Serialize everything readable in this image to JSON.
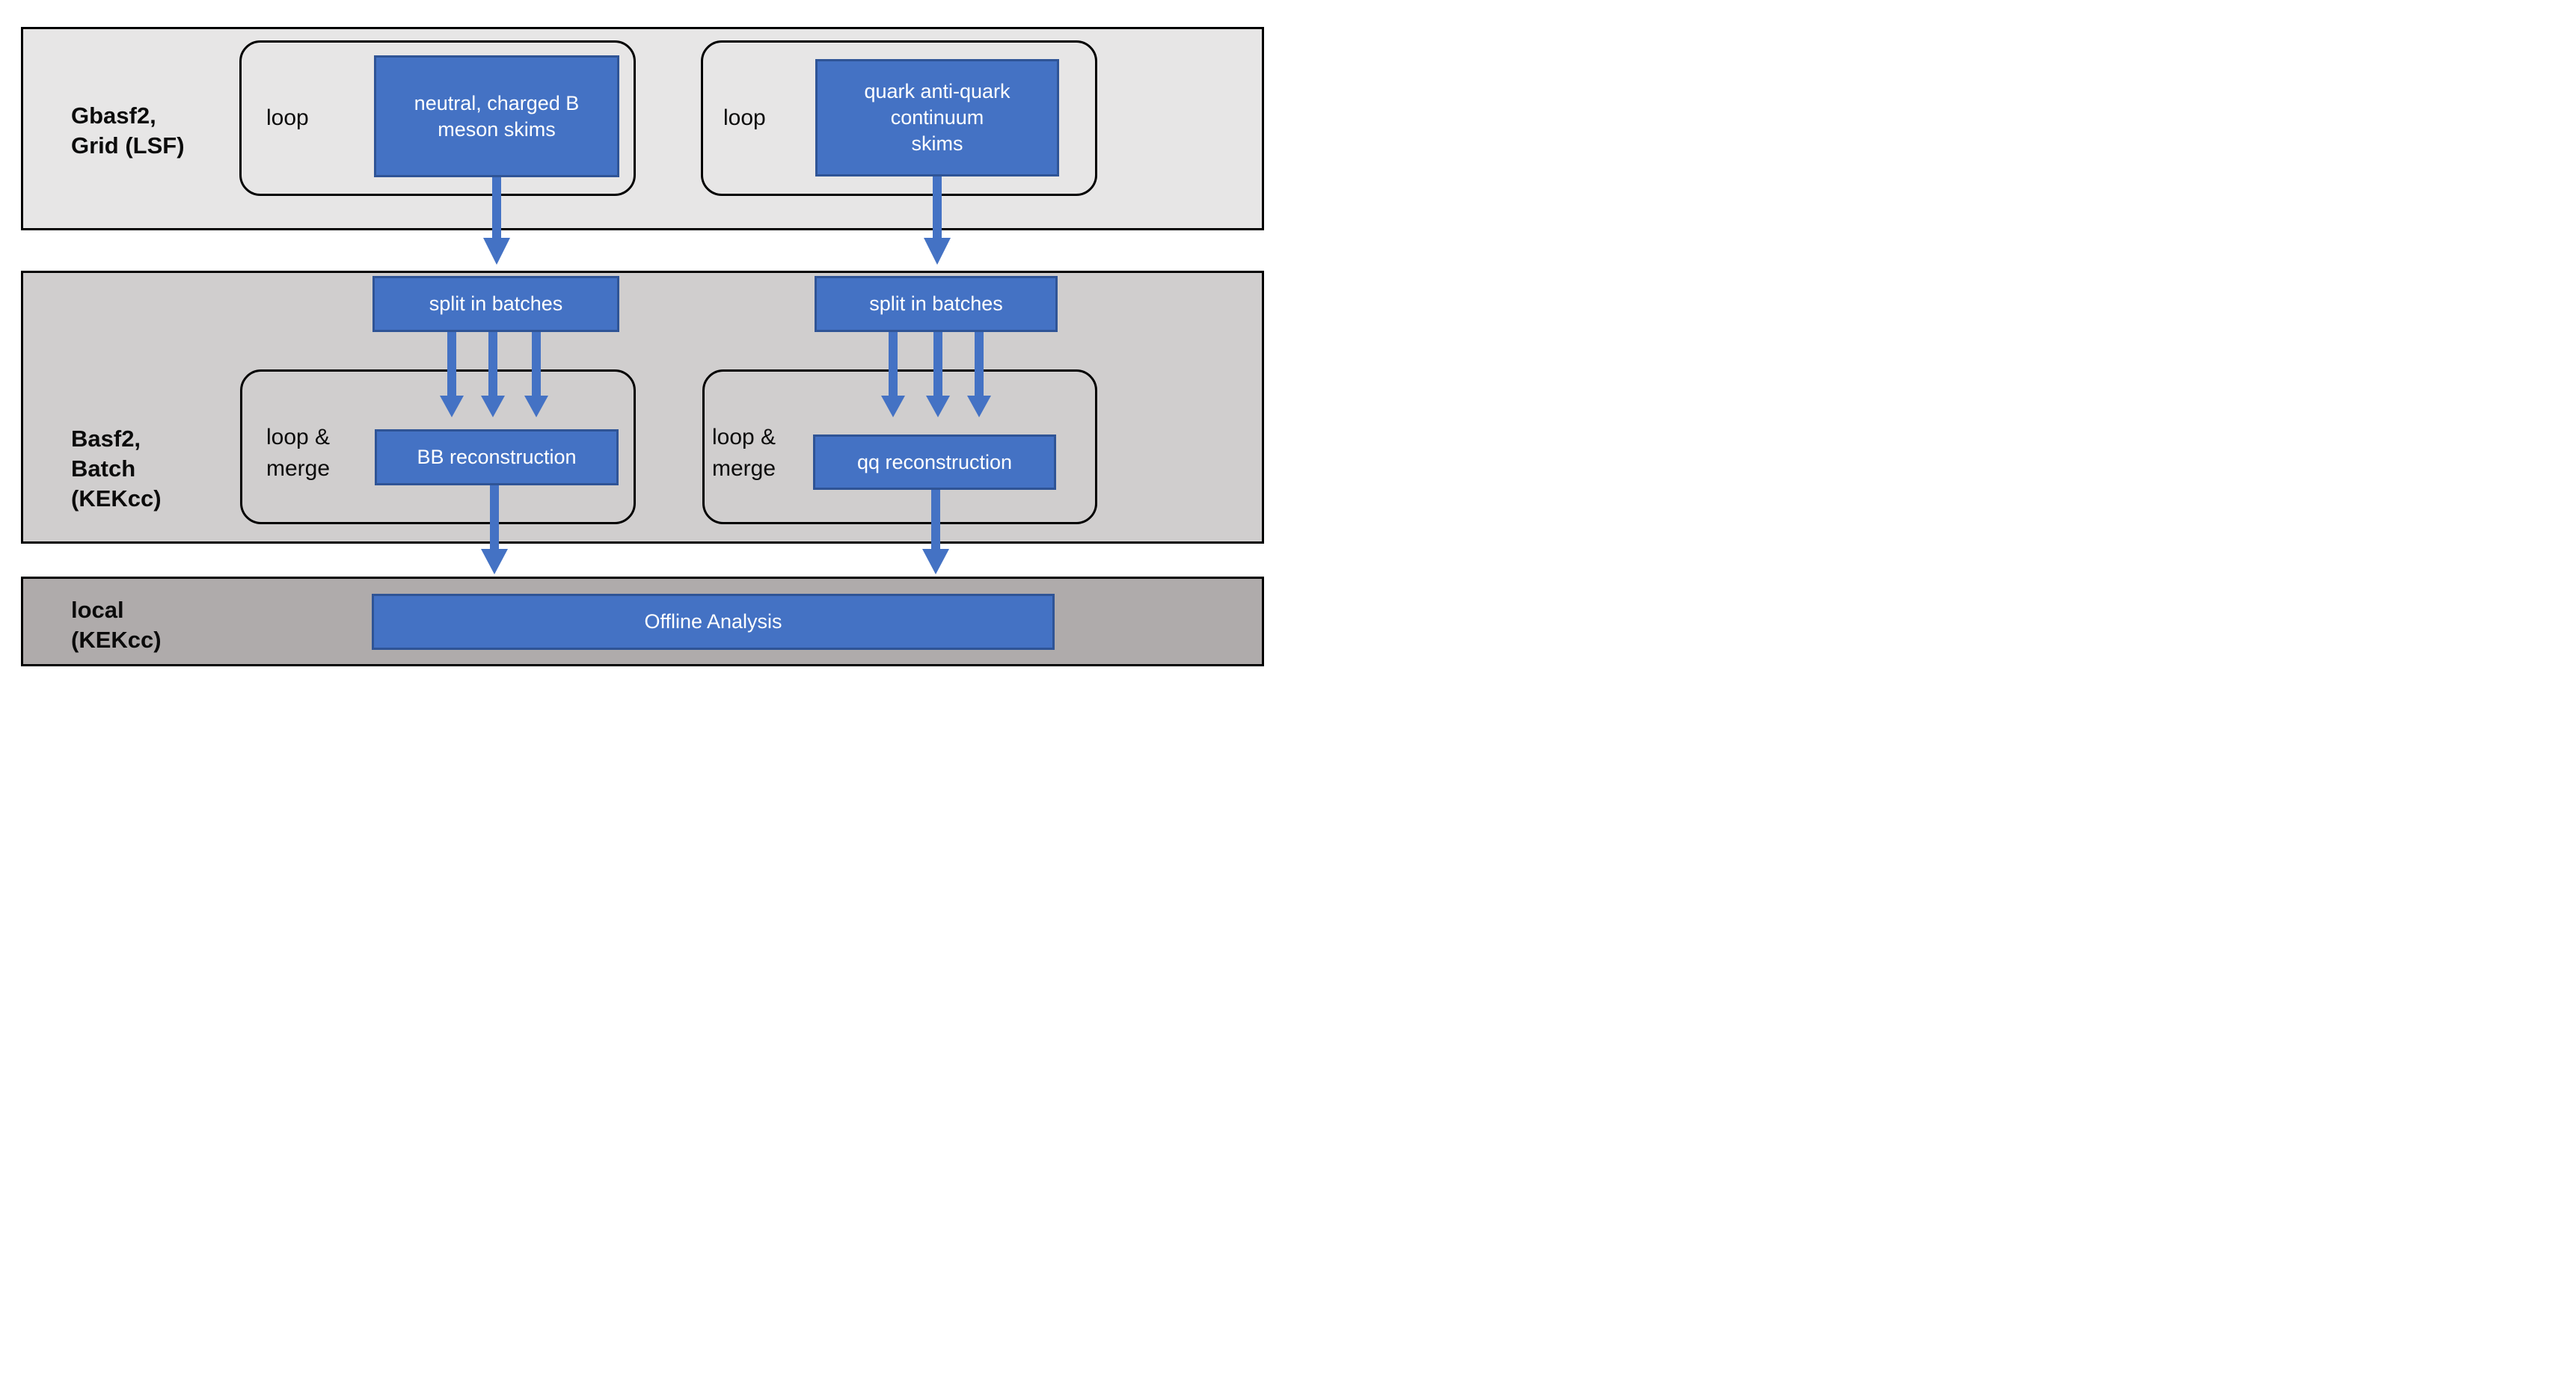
{
  "diagram": {
    "title": "analysis workflow diagram",
    "colors": {
      "accent": "#4472c4",
      "accent_border": "#2f5496",
      "band1": "#e7e6e6",
      "band2": "#d0cece",
      "band3": "#afabab"
    },
    "rows": [
      {
        "id": "grid",
        "label": "Gbasf2,\nGrid (LSF)",
        "groups": [
          {
            "loop_label": "loop",
            "box_label": "neutral, charged B\nmeson skims"
          },
          {
            "loop_label": "loop",
            "box_label": "quark anti-quark\ncontinuum\nskims"
          }
        ]
      },
      {
        "id": "batch",
        "label": "Basf2,\nBatch\n(KEKcc)",
        "splits": [
          "split in batches",
          "split in batches"
        ],
        "groups": [
          {
            "loop_label": "loop &\nmerge",
            "box_label": "BB reconstruction"
          },
          {
            "loop_label": "loop &\nmerge",
            "box_label": "qq reconstruction"
          }
        ]
      },
      {
        "id": "local",
        "label": "local\n(KEKcc)",
        "box_label": "Offline Analysis"
      }
    ]
  }
}
